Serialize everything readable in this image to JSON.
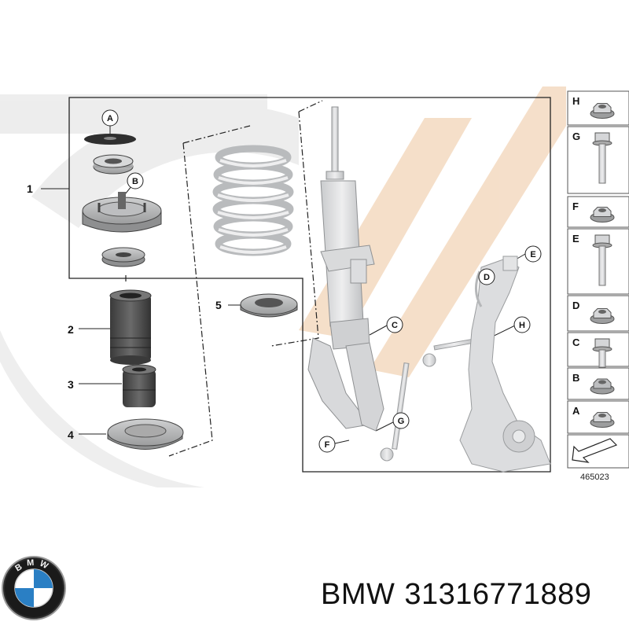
{
  "diagram_id": "465023",
  "footer": {
    "brand": "BMW",
    "part_number": "31316771889"
  },
  "logo_text": "BMW",
  "part_callouts": {
    "p1": "1",
    "p2": "2",
    "p3": "3",
    "p4": "4",
    "p5": "5"
  },
  "letter_callouts": {
    "a": "A",
    "b": "B",
    "c": "C",
    "d": "D",
    "e": "E",
    "f": "F",
    "g": "G",
    "h": "H"
  },
  "legend": [
    {
      "letter": "H",
      "type": "flange-nut"
    },
    {
      "letter": "G",
      "type": "bolt"
    },
    {
      "letter": "F",
      "type": "flange-nut"
    },
    {
      "letter": "E",
      "type": "bolt"
    },
    {
      "letter": "D",
      "type": "flange-nut"
    },
    {
      "letter": "C",
      "type": "short-bolt"
    },
    {
      "letter": "B",
      "type": "hex-nut"
    },
    {
      "letter": "A",
      "type": "flange-nut"
    }
  ],
  "colors": {
    "part_gray": "#d9dadb",
    "part_dark": "#4a4a4a",
    "watermark_gray": "#e9e9e9",
    "watermark_tan": "#f4dcc4"
  }
}
